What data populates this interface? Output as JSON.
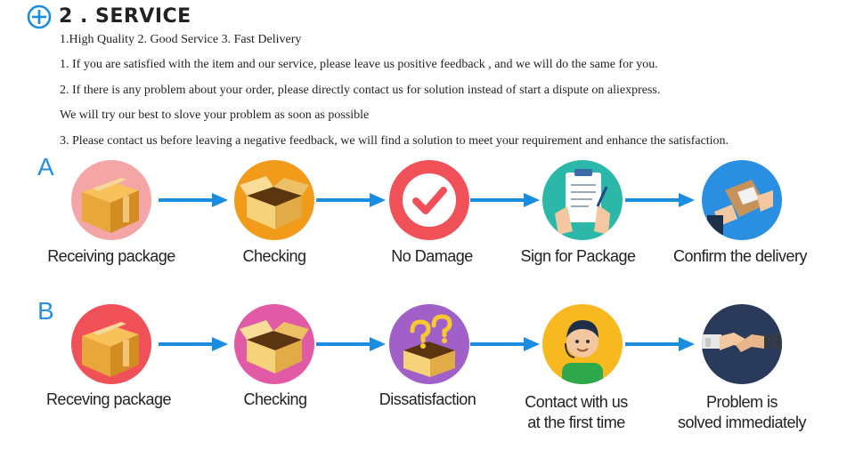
{
  "header": {
    "title": "2 . SERVICE",
    "subtitle": "1.High Quality 2. Good Service 3. Fast Delivery",
    "lines": [
      "1. If you are satisfied with the item and our service,  please leave us positive feedback , and we will do the same for you.",
      "2. If there is any problem about your order, please directly contact us for solution instead of start a dispute on aliexpress.",
      "We will try our best to slove your problem as soon as possible",
      "3.  Please contact us before leaving a negative feedback, we will find a solution to meet your requirement and enhance the satisfaction."
    ]
  },
  "flow_a": {
    "letter": "A",
    "steps": [
      "Receiving package",
      "Checking",
      "No Damage",
      "Sign for Package",
      "Confirm the delivery"
    ]
  },
  "flow_b": {
    "letter": "B",
    "steps": [
      "Receving package",
      "Checking",
      "Dissatisfaction",
      "Contact with us\nat the first time",
      "Problem is\nsolved immediately"
    ]
  },
  "colors": {
    "accent_blue": "#1a8de0",
    "circle_pink": "#f0a0a0",
    "circle_orange": "#f29a1a",
    "circle_red": "#f05058",
    "circle_teal": "#2cb8a8",
    "circle_blue": "#2a8fe0",
    "circle_magenta": "#e05aa6",
    "circle_purple": "#a060c8",
    "circle_yellow": "#f8b820",
    "circle_navy": "#2a3a5a"
  }
}
